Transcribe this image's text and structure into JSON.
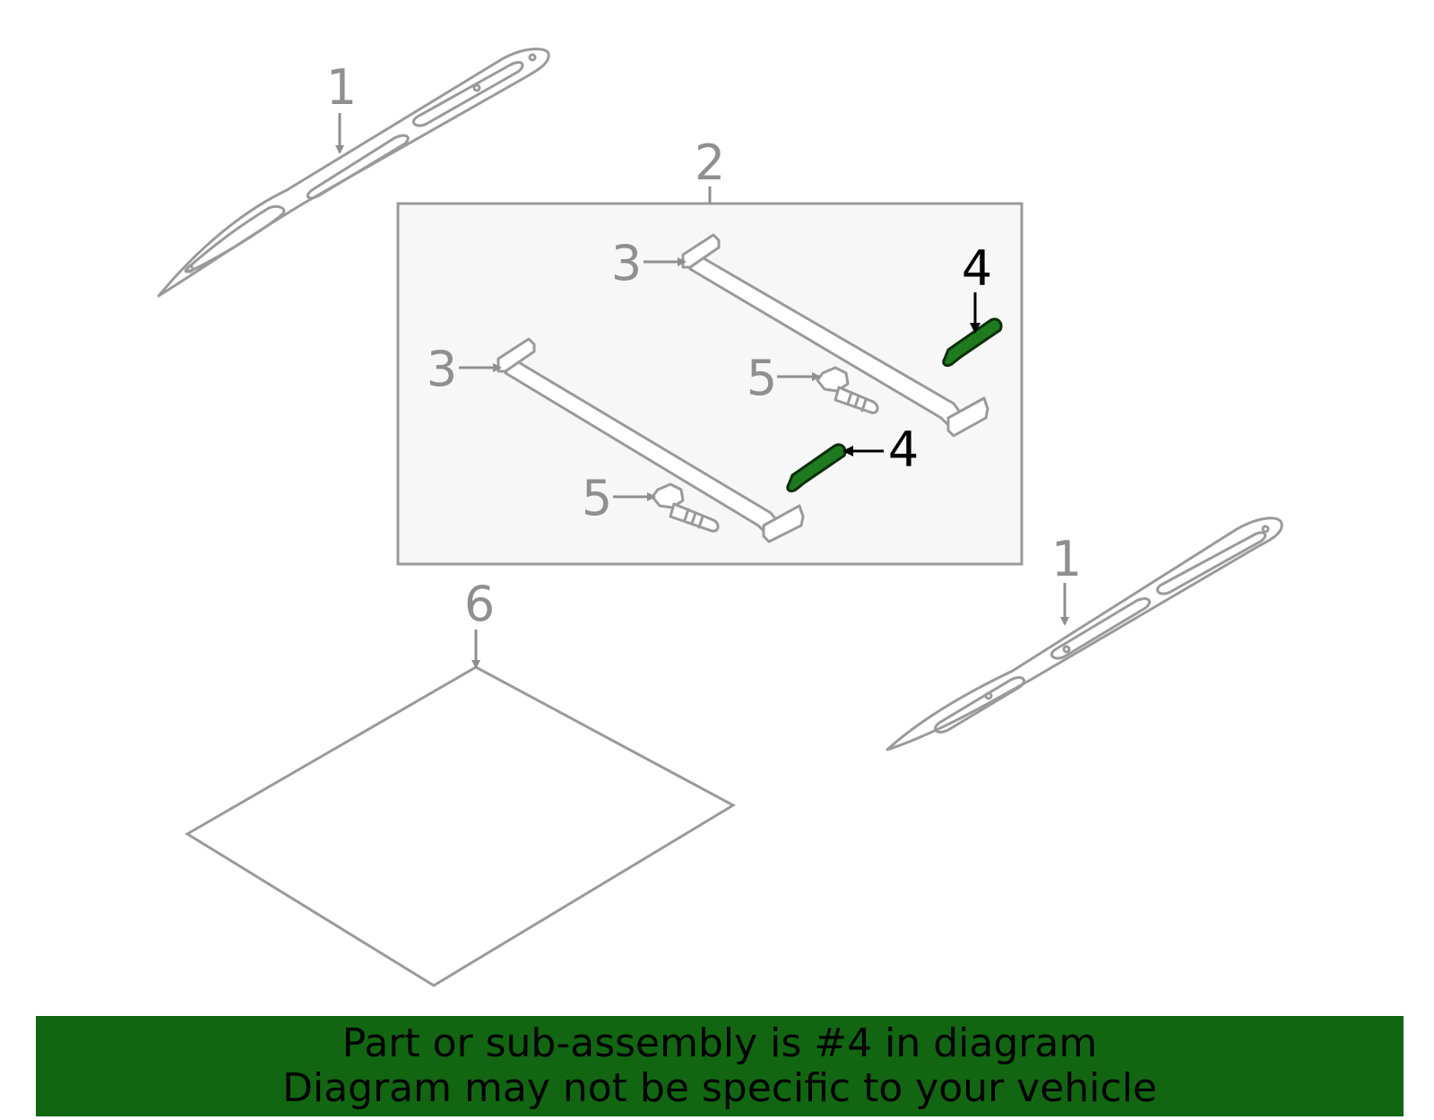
{
  "callouts": {
    "c1a": "1",
    "c1b": "1",
    "c2": "2",
    "c3a": "3",
    "c3b": "3",
    "c4a": "4",
    "c4b": "4",
    "c5a": "5",
    "c5b": "5",
    "c6": "6"
  },
  "highlighted_part": "4",
  "colors": {
    "highlight": "#1e7a1e",
    "banner": "#126612",
    "line_gray": "#9a9a9a",
    "box_fill": "#f7f7f7"
  },
  "banner": {
    "line1": "Part or sub-assembly is #4 in diagram",
    "line2": "Diagram may not be specific to your vehicle"
  }
}
